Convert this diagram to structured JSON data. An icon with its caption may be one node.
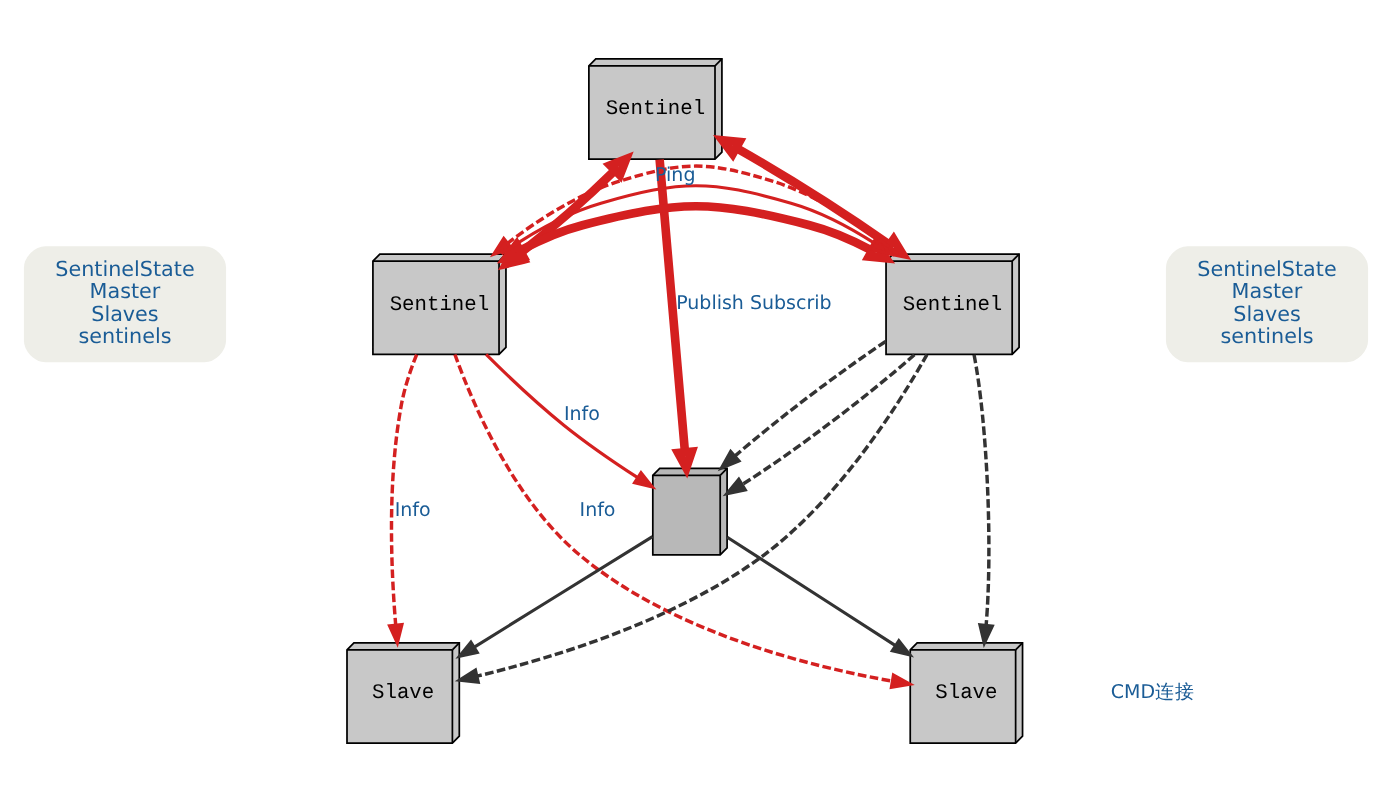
{
  "diagram": {
    "nodes": [
      {
        "text": [
          "SentinelState Master Slaves sentinels"
        ]
      },
      {
        "text": [
          "Sentinel"
        ]
      },
      {
        "text": [
          "SentinelState Master Slaves sentinels"
        ]
      },
      {
        "text": [
          "Sentinel"
        ]
      },
      {
        "text": [
          "Sentinel"
        ]
      },
      {
        "text": [
          "Slave"
        ]
      },
      {
        "text": [
          "Slave"
        ]
      },
      {
        "text": [],
        "shape": "picture"
      }
    ],
    "edges": [
      {
        "from": 1,
        "to": 3,
        "arrow": "both",
        "style": "thick"
      },
      {
        "from": 1,
        "to": 4,
        "arrow": "both",
        "style": "thick"
      },
      {
        "from": 3,
        "to": 4,
        "arrow": "both",
        "style": "thick"
      },
      {
        "from": 3,
        "to": 4,
        "arrow": "to"
      },
      {
        "from": 4,
        "to": 3,
        "arrow": "to",
        "style": "dashed",
        "label": "Ping"
      },
      {
        "from": 1,
        "to": 7,
        "arrow": "to",
        "style": "thick",
        "label": "Publish Subscrib"
      },
      {
        "from": 3,
        "to": 5,
        "arrow": "to",
        "style": "dashed",
        "label": "Info"
      },
      {
        "from": 3,
        "to": 6,
        "arrow": "to",
        "style": "dashed",
        "label": "Info"
      },
      {
        "from": 3,
        "to": 7,
        "arrow": "to",
        "label": "Info"
      },
      {
        "from": 4,
        "to": 7,
        "arrow": "to",
        "style": "dashed",
        "color": "#333333"
      },
      {
        "from": 4,
        "to": 5,
        "arrow": "to",
        "style": "dashed",
        "color": "#333333"
      },
      {
        "from": 4,
        "to": 6,
        "arrow": "to",
        "style": "dashed",
        "color": "#333333"
      },
      {
        "from": 4,
        "to": 7,
        "arrow": "to",
        "style": "dashed",
        "color": "#333333"
      },
      {
        "from": 7,
        "to": 5,
        "arrow": "to",
        "color": "#333333"
      },
      {
        "from": 7,
        "to": 6,
        "arrow": "to",
        "color": "#333333"
      }
    ],
    "labels": [
      "CMD连接"
    ]
  }
}
